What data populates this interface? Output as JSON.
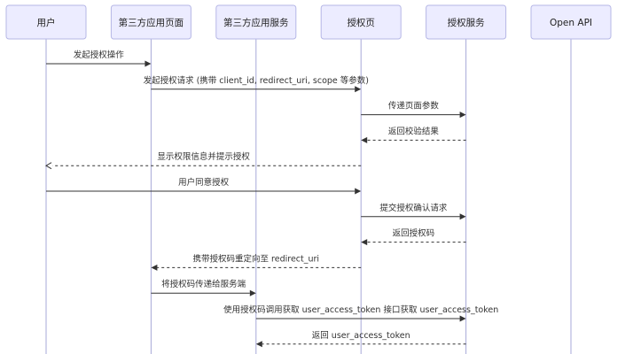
{
  "diagram": {
    "participants": [
      {
        "id": "user",
        "label": "用户"
      },
      {
        "id": "app_page",
        "label": "第三方应用页面"
      },
      {
        "id": "app_service",
        "label": "第三方应用服务"
      },
      {
        "id": "auth_page",
        "label": "授权页"
      },
      {
        "id": "auth_service",
        "label": "授权服务"
      },
      {
        "id": "open_api",
        "label": "Open API"
      }
    ],
    "messages": [
      {
        "from": "user",
        "to": "app_page",
        "text": "发起授权操作",
        "style": "solid"
      },
      {
        "from": "app_page",
        "to": "auth_page",
        "text": "发起授权请求 (携带 client_id, redirect_uri, scope 等参数)",
        "style": "solid"
      },
      {
        "from": "auth_page",
        "to": "auth_service",
        "text": "传递页面参数",
        "style": "solid"
      },
      {
        "from": "auth_service",
        "to": "auth_page",
        "text": "返回校验结果",
        "style": "dashed"
      },
      {
        "from": "auth_page",
        "to": "user",
        "text": "显示权限信息并提示授权",
        "style": "dashed"
      },
      {
        "from": "user",
        "to": "auth_page",
        "text": "用户同意授权",
        "style": "solid"
      },
      {
        "from": "auth_page",
        "to": "auth_service",
        "text": "提交授权确认请求",
        "style": "solid"
      },
      {
        "from": "auth_service",
        "to": "auth_page",
        "text": "返回授权码",
        "style": "dashed"
      },
      {
        "from": "auth_page",
        "to": "app_page",
        "text": "携带授权码重定向至 redirect_uri",
        "style": "dashed"
      },
      {
        "from": "app_page",
        "to": "app_service",
        "text": "将授权码传递给服务端",
        "style": "solid"
      },
      {
        "from": "app_service",
        "to": "auth_service",
        "text": "使用授权码调用获取 user_access_token 接口获取 user_access_token",
        "style": "solid"
      },
      {
        "from": "auth_service",
        "to": "app_service",
        "text": "返回 user_access_token",
        "style": "dashed"
      }
    ]
  }
}
